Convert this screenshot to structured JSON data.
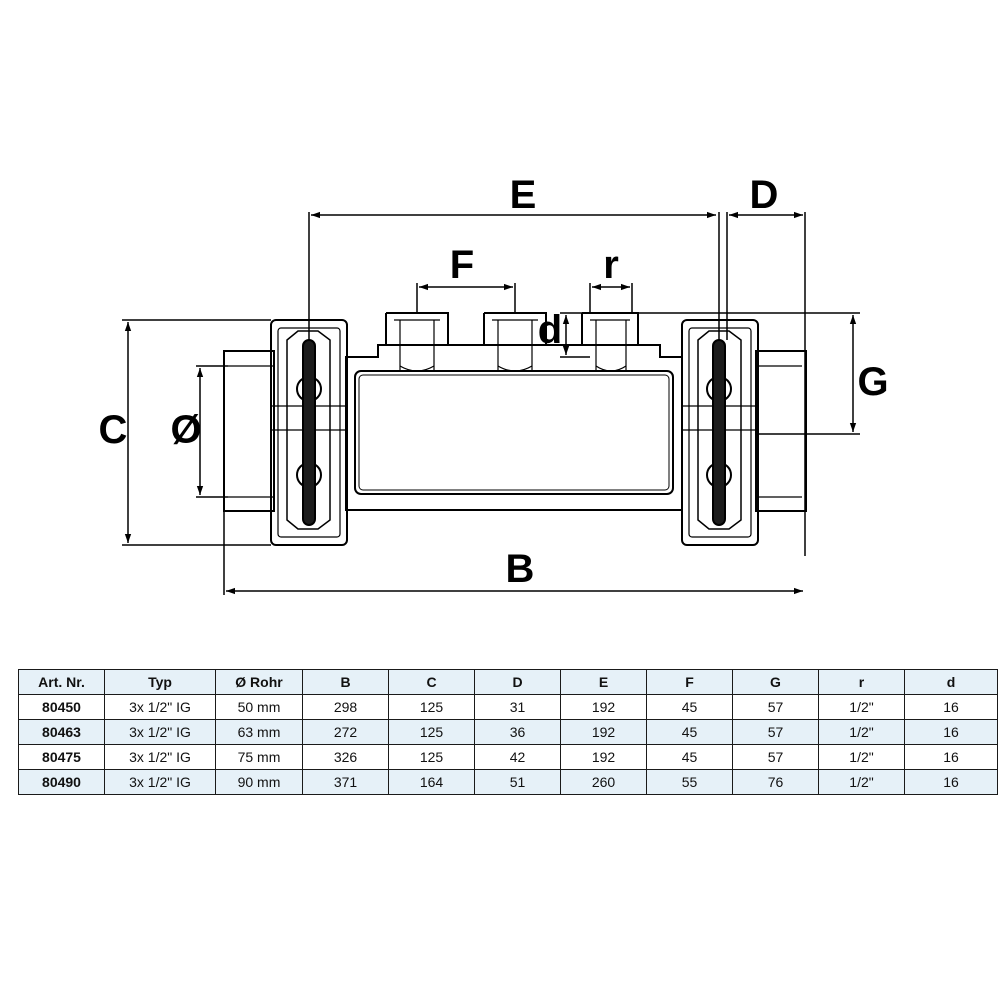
{
  "drawing": {
    "labels": {
      "E": "E",
      "D": "D",
      "F": "F",
      "r": "r",
      "d": "d",
      "C": "C",
      "diameter": "Ø",
      "G": "G",
      "B": "B"
    }
  },
  "table": {
    "headers": [
      "Art. Nr.",
      "Typ",
      "Ø Rohr",
      "B",
      "C",
      "D",
      "E",
      "F",
      "G",
      "r",
      "d"
    ],
    "rows": [
      [
        "80450",
        "3x 1/2\" IG",
        "50 mm",
        "298",
        "125",
        "31",
        "192",
        "45",
        "57",
        "1/2\"",
        "16"
      ],
      [
        "80463",
        "3x 1/2\" IG",
        "63 mm",
        "272",
        "125",
        "36",
        "192",
        "45",
        "57",
        "1/2\"",
        "16"
      ],
      [
        "80475",
        "3x 1/2\" IG",
        "75 mm",
        "326",
        "125",
        "42",
        "192",
        "45",
        "57",
        "1/2\"",
        "16"
      ],
      [
        "80490",
        "3x 1/2\" IG",
        "90 mm",
        "371",
        "164",
        "51",
        "260",
        "55",
        "76",
        "1/2\"",
        "16"
      ]
    ]
  }
}
